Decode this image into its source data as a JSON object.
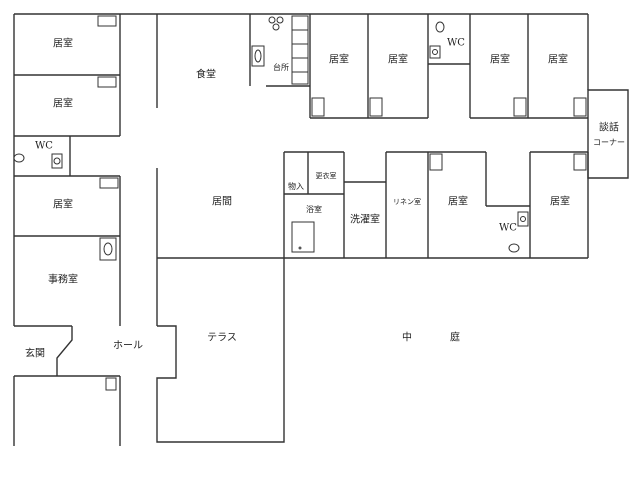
{
  "floor_plan": {
    "rooms": {
      "room_top_left_1": "居室",
      "room_top_left_2": "居室",
      "wc_left": "WC",
      "room_left_mid": "居室",
      "office": "事務室",
      "entrance": "玄関",
      "hall": "ホール",
      "dining": "食堂",
      "kitchen": "台所",
      "room_top_1": "居室",
      "room_top_2": "居室",
      "wc_top": "WC",
      "room_top_3": "居室",
      "room_top_4": "居室",
      "talk_corner_line1": "談話",
      "talk_corner_line2": "コーナー",
      "living": "居間",
      "storage": "物入",
      "changing": "更衣室",
      "bath": "浴室",
      "laundry": "洗濯室",
      "linen": "リネン室",
      "room_mid_1": "居室",
      "wc_mid": "WC",
      "room_mid_2": "居室",
      "terrace": "テラス",
      "courtyard_1": "中",
      "courtyard_2": "庭"
    }
  }
}
